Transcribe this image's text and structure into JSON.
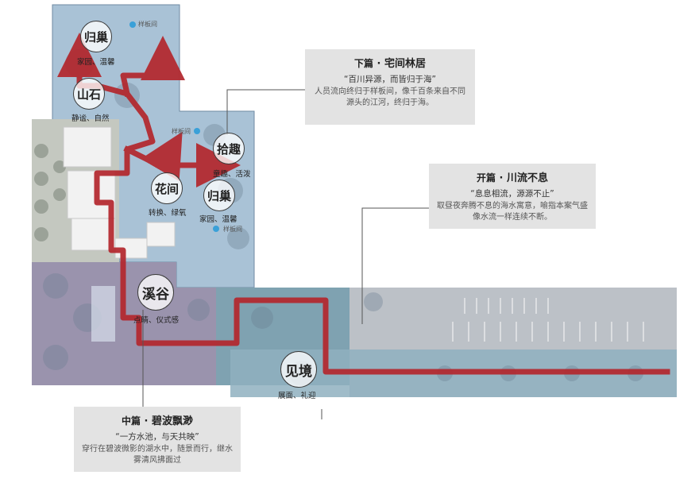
{
  "nodes": [
    {
      "id": "guichao-top",
      "title": "归巢",
      "sub": "家园、温馨"
    },
    {
      "id": "shanshi",
      "title": "山石",
      "sub": "静谧、自然"
    },
    {
      "id": "shiqu",
      "title": "拾趣",
      "sub": "童趣、活泼"
    },
    {
      "id": "huajian",
      "title": "花间",
      "sub": "转换、绿氧"
    },
    {
      "id": "guichao-mid",
      "title": "归巢",
      "sub": "家园、温馨"
    },
    {
      "id": "xigu",
      "title": "溪谷",
      "sub": "点睛、仪式感"
    },
    {
      "id": "jianjing",
      "title": "见境",
      "sub": "展面、礼迎"
    }
  ],
  "markers": [
    {
      "id": "m1",
      "label": "样板间"
    },
    {
      "id": "m2",
      "label": "样板间"
    },
    {
      "id": "m3",
      "label": "样板间"
    }
  ],
  "callouts": {
    "xia": {
      "prefix": "下篇",
      "title": "宅间林居",
      "quote": "“百川异源，而皆归于海”",
      "desc": "人员流向终归于样板间，像千百条来自不同源头的江河，终归于海。"
    },
    "kai": {
      "prefix": "开篇",
      "title": "川流不息",
      "quote": "“息息相流，源源不止”",
      "desc": "取昼夜奔腾不息的海水寓意，喻指本案气盛像水流一样连续不断。"
    },
    "zhong": {
      "prefix": "中篇",
      "title": "碧波飘渺",
      "quote": "“一方水池，与天共映”",
      "desc": "穿行在碧波微影的湖水中，随景而行，继水雾清风拂面过"
    }
  },
  "colors": {
    "path": "#b3262c",
    "zone_blue": "#a9c2d6",
    "zone_purple": "#9a93ad",
    "zone_teal": "#7fa2b1",
    "building": "#f2f2f2",
    "marker_dot": "#3aa0d8"
  }
}
